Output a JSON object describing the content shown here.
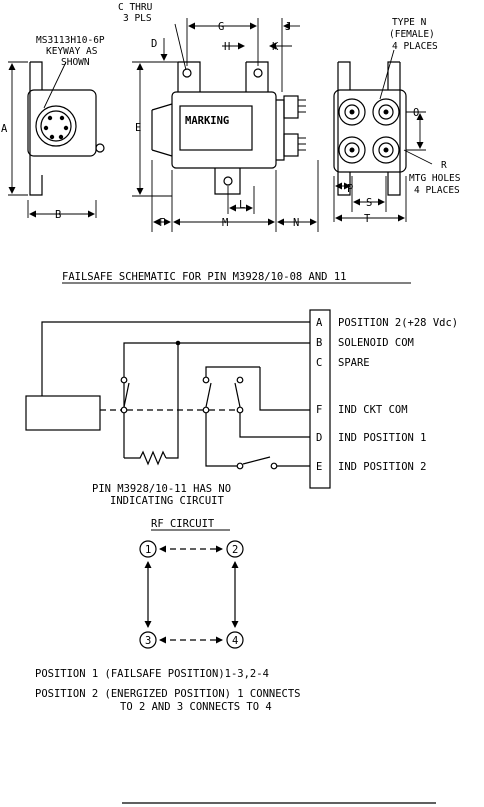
{
  "top_drawing": {
    "callout_c": [
      "C THRU",
      "3 PLS"
    ],
    "callout_connector": [
      "MS3113H10-6P",
      "KEYWAY AS",
      "SHOWN"
    ],
    "callout_type_n": [
      "TYPE N",
      "(FEMALE)",
      "4 PLACES"
    ],
    "callout_mtg": [
      "R",
      "MTG HOLES",
      "4 PLACES"
    ],
    "marking": "MARKING",
    "dims": {
      "a": "A",
      "b": "B",
      "d": "D",
      "e": "E",
      "f": "F",
      "g": "G",
      "h": "H",
      "j": "J",
      "k": "K",
      "l": "L",
      "m": "M",
      "n": "N",
      "o": "O",
      "p": "P",
      "s": "S",
      "t": "T"
    }
  },
  "schematic": {
    "title": "FAILSAFE SCHEMATIC FOR PIN M3928/10-08 AND 11",
    "pins": [
      {
        "letter": "A",
        "label": "POSITION 2(+28 Vdc)"
      },
      {
        "letter": "B",
        "label": "SOLENOID COM"
      },
      {
        "letter": "C",
        "label": "SPARE"
      },
      {
        "letter": "F",
        "label": "IND CKT COM"
      },
      {
        "letter": "D",
        "label": "IND POSITION 1"
      },
      {
        "letter": "E",
        "label": "IND POSITION 2"
      }
    ],
    "note": [
      "PIN M3928/10-11 HAS NO",
      "INDICATING CIRCUIT"
    ]
  },
  "rf": {
    "title": "RF CIRCUIT",
    "nodes": [
      "1",
      "2",
      "3",
      "4"
    ],
    "position1": "POSITION 1 (FAILSAFE POSITION)1-3,2-4",
    "position2": [
      "POSITION 2 (ENERGIZED POSITION) 1 CONNECTS",
      "TO 2 AND 3 CONNECTS TO 4"
    ]
  }
}
